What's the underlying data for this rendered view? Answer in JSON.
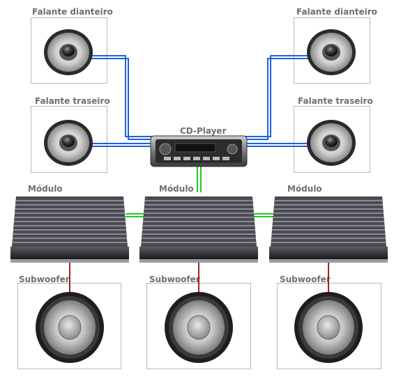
{
  "labels": {
    "front_left": "Falante dianteiro",
    "front_right": "Falante dianteiro",
    "rear_left": "Falante traseiro",
    "rear_right": "Falante traseiro",
    "cd_player": "CD-Player",
    "module_left": "Módulo",
    "module_center": "Módulo",
    "module_right": "Módulo",
    "sub_left": "Subwoofer",
    "sub_center": "Subwoofer",
    "sub_right": "Subwoofer"
  },
  "colors": {
    "speaker_wire": "#1f5fe0",
    "module_wire": "#22cc22",
    "sub_wire": "#a82020"
  }
}
